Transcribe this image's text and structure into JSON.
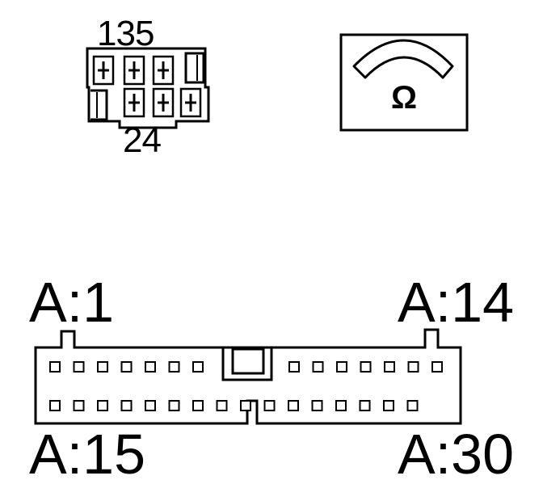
{
  "small_connector": {
    "top_pin_label": "135",
    "bottom_pin_label": "24"
  },
  "ohmmeter": {
    "symbol": "Ω",
    "icon": "ohmmeter-icon"
  },
  "large_connector": {
    "label_top_left": "A:1",
    "label_top_right": "A:14",
    "label_bottom_left": "A:15",
    "label_bottom_right": "A:30",
    "top_row_pin_count": 14,
    "bottom_row_pin_count": 16
  }
}
